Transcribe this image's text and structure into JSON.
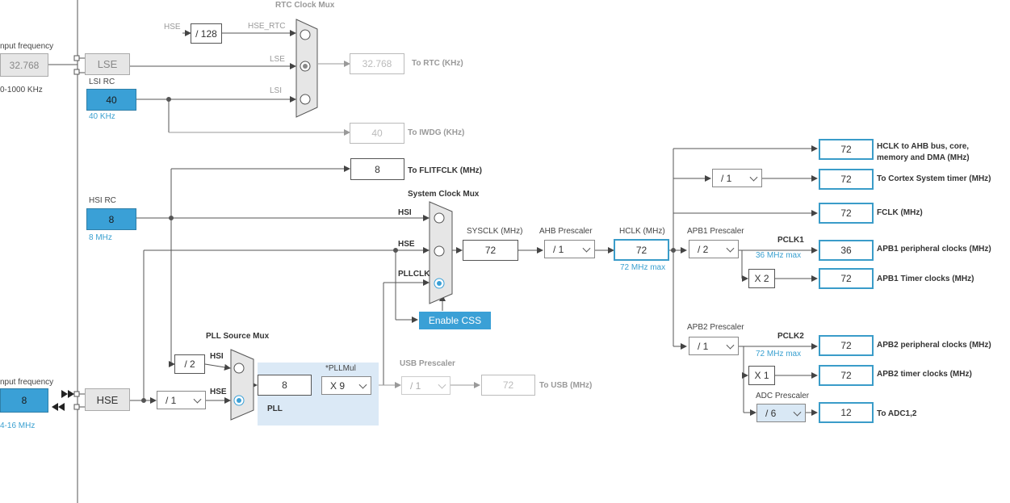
{
  "left": {
    "lse_input_label": "nput frequency",
    "lse_input_value": "32.768",
    "lse_range": "0-1000 KHz",
    "hse_input_label": "nput frequency",
    "hse_input_value": "8",
    "hse_range": "4-16 MHz"
  },
  "rtc": {
    "mux_title": "RTC Clock Mux",
    "hse_label": "HSE",
    "div128": "/ 128",
    "hse_rtc_label": "HSE_RTC",
    "lse_block": "LSE",
    "lse_line_label": "LSE",
    "lsi_rc_label": "LSI RC",
    "lsi_value": "40",
    "lsi_freq": "40 KHz",
    "lsi_line_label": "LSI",
    "rtc_out_value": "32.768",
    "rtc_out_label": "To RTC (KHz)",
    "iwdg_value": "40",
    "iwdg_label": "To IWDG (KHz)"
  },
  "flit": {
    "value": "8",
    "label": "To FLITFCLK (MHz)"
  },
  "hsi": {
    "rc_label": "HSI RC",
    "value": "8",
    "freq": "8 MHz"
  },
  "sysmux": {
    "title": "System Clock Mux",
    "hsi_label": "HSI",
    "hse_label": "HSE",
    "pllclk_label": "PLLCLK",
    "enable_css": "Enable CSS"
  },
  "sysclk": {
    "label": "SYSCLK (MHz)",
    "value": "72"
  },
  "ahb": {
    "label": "AHB Prescaler",
    "value": "/ 1"
  },
  "hclk": {
    "label": "HCLK (MHz)",
    "value": "72",
    "max": "72 MHz max"
  },
  "outputs": {
    "ahb_value": "72",
    "ahb_label_1": "HCLK to AHB bus, core,",
    "ahb_label_2": "memory and DMA (MHz)",
    "cortex_div": "/ 1",
    "cortex_value": "72",
    "cortex_label": "To Cortex System timer (MHz)",
    "fclk_value": "72",
    "fclk_label": "FCLK (MHz)"
  },
  "apb1": {
    "prescaler_label": "APB1 Prescaler",
    "prescaler_value": "/ 2",
    "pclk_label": "PCLK1",
    "max": "36 MHz max",
    "periph_value": "36",
    "periph_label": "APB1 peripheral clocks (MHz)",
    "timer_mult": "X 2",
    "timer_value": "72",
    "timer_label": "APB1 Timer clocks (MHz)"
  },
  "apb2": {
    "prescaler_label": "APB2 Prescaler",
    "prescaler_value": "/ 1",
    "pclk_label": "PCLK2",
    "max": "72 MHz max",
    "periph_value": "72",
    "periph_label": "APB2 peripheral clocks (MHz)",
    "timer_mult": "X 1",
    "timer_value": "72",
    "timer_label": "APB2 timer clocks (MHz)",
    "adc_label": "ADC Prescaler",
    "adc_value": "/ 6",
    "adc_out_value": "12",
    "adc_out_label": "To ADC1,2"
  },
  "pll": {
    "src_mux_title": "PLL Source Mux",
    "div2": "/ 2",
    "hsi_label": "HSI",
    "hse_label": "HSE",
    "hse_block": "HSE",
    "hse_div": "/ 1",
    "pll_in_value": "8",
    "mul_label": "*PLLMul",
    "mul_value": "X 9",
    "pll_label": "PLL"
  },
  "usb": {
    "label": "USB Prescaler",
    "value": "/ 1",
    "out_value": "72",
    "out_label": "To USB (MHz)"
  }
}
